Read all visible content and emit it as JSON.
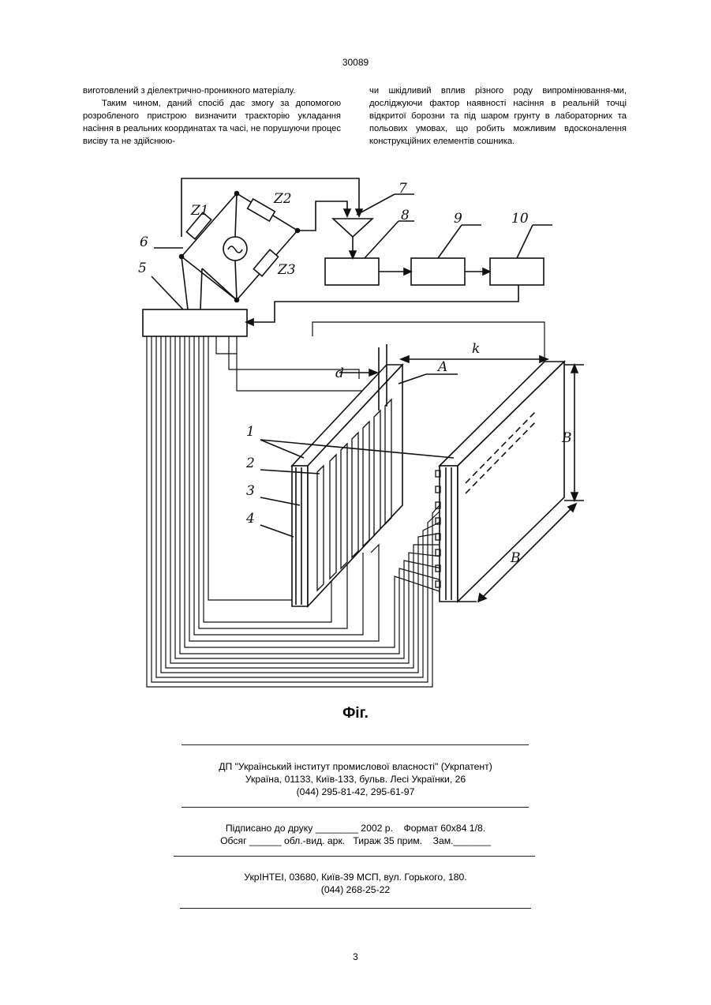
{
  "page_number_top": "30089",
  "page_number_bottom": "3",
  "left_column": {
    "p1": "виготовлений з діелектрично-проникного матеріалу.",
    "p2": "Таким чином, даний спосіб дає змогу за допомогою розробленого пристрою визначити траєкторію укладання насіння в реальних координатах та часі, не порушуючи процес висіву та не здійснюю-"
  },
  "right_column": {
    "p1": "чи шкідливий вплив різного роду випромінювання-ми, досліджуючи фактор наявності насіння в реальній точці відкритої борозни та під шаром грунту в лабораторних та польових умовах, що робить можливим вдосконалення конструкційних елементів сошника."
  },
  "figure": {
    "labels": {
      "n1": "1",
      "n2": "2",
      "n3": "3",
      "n4": "4",
      "n5": "5",
      "n6": "6",
      "n7": "7",
      "n8": "8",
      "n9": "9",
      "n10": "10",
      "z1": "Z1",
      "z2": "Z2",
      "z3": "Z3",
      "d": "d",
      "A": "A",
      "k": "k",
      "B1": "B",
      "B2": "B"
    },
    "caption": "Фіг."
  },
  "imprint": {
    "publisher_line1": "ДП \"Український інститут промислової власності\" (Укрпатент)",
    "publisher_line2": "Україна, 01133, Київ-133, бульв. Лесі Українки, 26",
    "publisher_line3": "(044) 295-81-42, 295-61-97",
    "print_line1": "Підписано до друку ________ 2002 р.    Формат 60х84 1/8.",
    "print_line2": "Обсяг ______ обл.-вид. арк.   Тираж 35 прим.    Зам._______",
    "printer_line1": "УкрІНТЕІ, 03680, Київ-39 МСП, вул. Горького, 180.",
    "printer_line2": "(044) 268-25-22"
  }
}
